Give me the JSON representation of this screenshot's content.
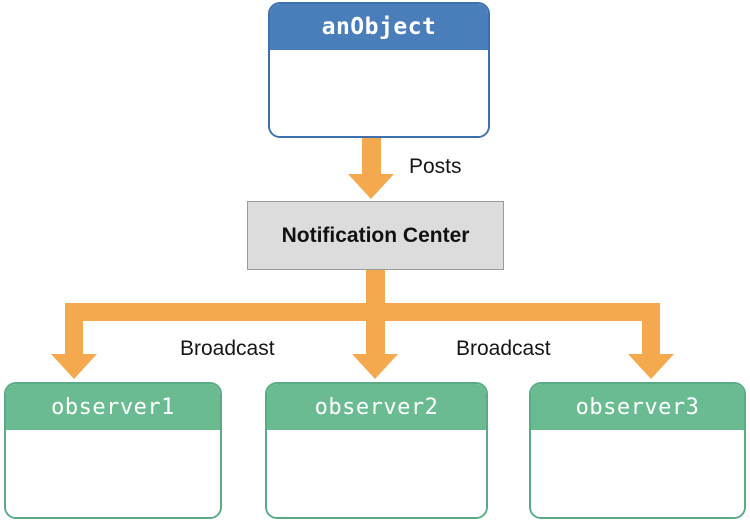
{
  "diagram": {
    "title_node": {
      "label": "anObject",
      "header_color": "#4a7ebb",
      "border_color": "#3f6fad"
    },
    "hub": {
      "label": "Notification Center",
      "fill_color": "#dcdcdc",
      "border_color": "#9a9a9a"
    },
    "observers": [
      {
        "label": "observer1",
        "header_color": "#6bbb92",
        "border_color": "#5aab85"
      },
      {
        "label": "observer2",
        "header_color": "#6bbb92",
        "border_color": "#5aab85"
      },
      {
        "label": "observer3",
        "header_color": "#6bbb92",
        "border_color": "#5aab85"
      }
    ],
    "edges": {
      "posts_label": "Posts",
      "broadcast_label_left": "Broadcast",
      "broadcast_label_right": "Broadcast",
      "connector_color": "#f5a94e"
    }
  }
}
